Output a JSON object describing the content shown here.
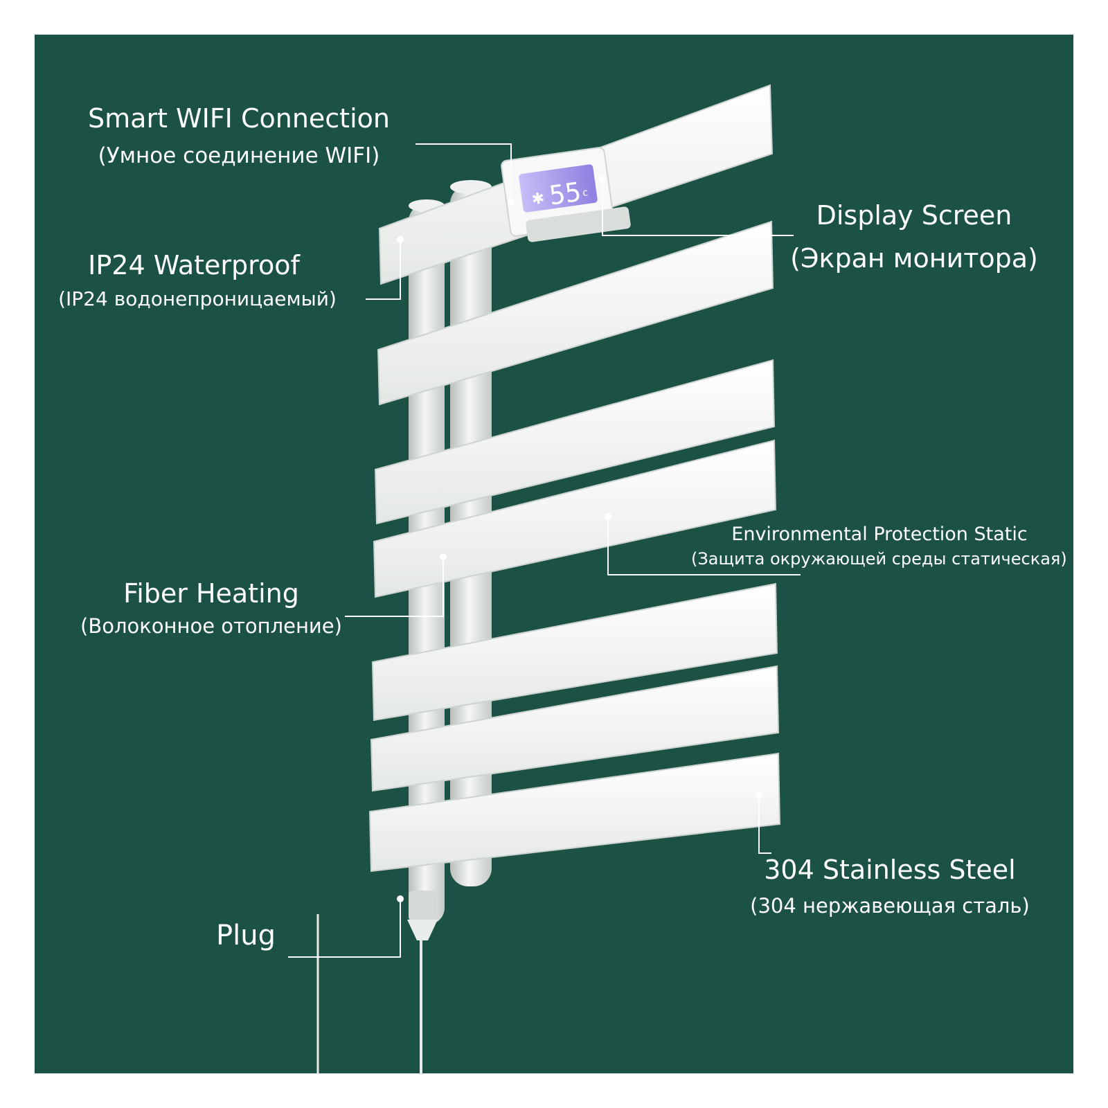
{
  "colors": {
    "background": "#1c5145",
    "rack": "#f1f3f1",
    "rack_shadow": "#c9cfcc",
    "display_glow": "#b8a9f0",
    "leader_line": "#ffffff"
  },
  "display": {
    "reading": "55",
    "unit": "c",
    "icon": "snowflake-icon"
  },
  "labels": {
    "wifi": {
      "en": "Smart WIFI Connection",
      "ru": "(Умное соединение WIFI)"
    },
    "display": {
      "en": "Display Screen",
      "ru": "(Экран монитора)"
    },
    "waterproof": {
      "en": "IP24 Waterproof",
      "ru": "(IP24 водонепроницаемый)"
    },
    "environment": {
      "en": "Environmental Protection Static",
      "ru": "(Защита окружающей среды статическая)"
    },
    "fiber": {
      "en": "Fiber Heating",
      "ru": "(Волоконное отопление)"
    },
    "steel": {
      "en": "304 Stainless Steel",
      "ru": "(304 нержавеющая сталь)"
    },
    "plug": {
      "en": "Plug"
    }
  }
}
